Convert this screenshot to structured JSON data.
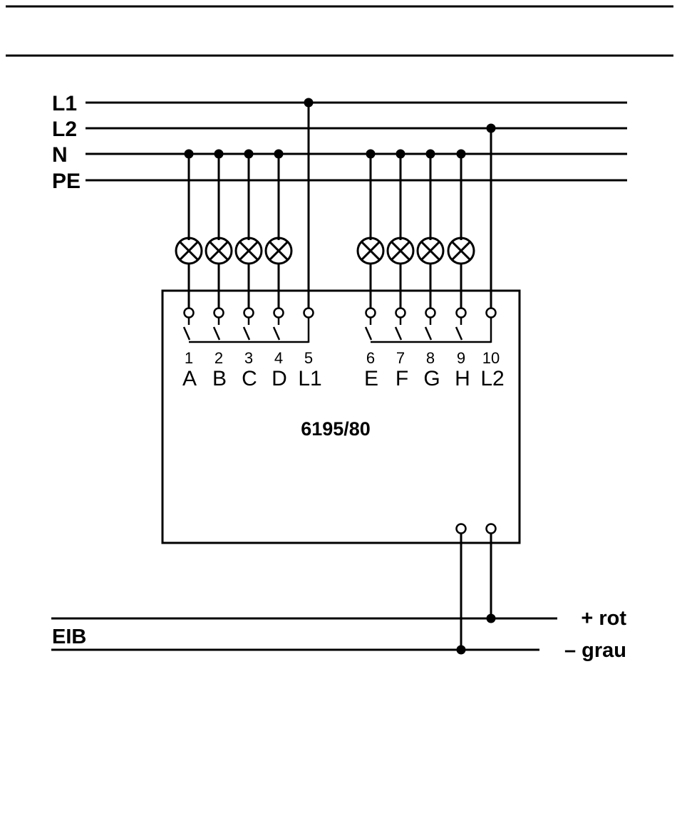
{
  "supply": {
    "l1": "L1",
    "l2": "L2",
    "n": "N",
    "pe": "PE"
  },
  "device": {
    "model": "6195/80",
    "terminals": [
      {
        "num": "1",
        "label": "A"
      },
      {
        "num": "2",
        "label": "B"
      },
      {
        "num": "3",
        "label": "C"
      },
      {
        "num": "4",
        "label": "D"
      },
      {
        "num": "5",
        "label": "L1"
      },
      {
        "num": "6",
        "label": "E"
      },
      {
        "num": "7",
        "label": "F"
      },
      {
        "num": "8",
        "label": "G"
      },
      {
        "num": "9",
        "label": "H"
      },
      {
        "num": "10",
        "label": "L2"
      }
    ]
  },
  "bus": {
    "name": "EIB",
    "plus": "+ rot",
    "minus": "– grau"
  },
  "colors": {
    "ink": "#000000",
    "paper": "#ffffff"
  }
}
